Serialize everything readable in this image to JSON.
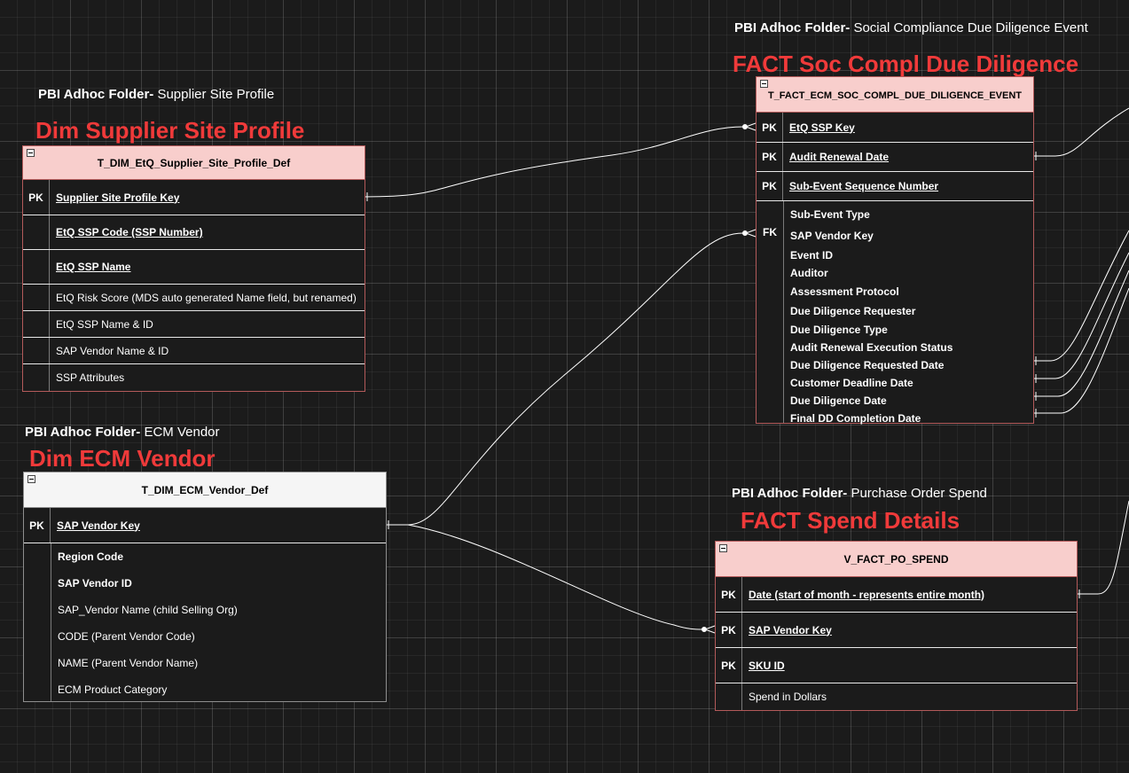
{
  "supplier": {
    "folder_bold": "PBI Adhoc Folder-",
    "folder_name": "Supplier Site Profile",
    "title": "Dim Supplier Site Profile",
    "table": "T_DIM_EtQ_Supplier_Site_Profile_Def",
    "pk_label": "PK",
    "pk_field": "Supplier Site Profile Key",
    "fields": [
      "EtQ SSP Code (SSP Number)",
      "EtQ SSP Name",
      "EtQ Risk Score (MDS auto generated Name field, but renamed)",
      "EtQ SSP Name & ID",
      "SAP Vendor Name & ID",
      "SSP Attributes"
    ]
  },
  "vendor": {
    "folder_bold": "PBI Adhoc Folder-",
    "folder_name": "ECM Vendor",
    "title": "Dim ECM Vendor",
    "table": "T_DIM_ECM_Vendor_Def",
    "pk_label": "PK",
    "pk_field": "SAP Vendor Key",
    "fields": [
      "Region Code",
      "SAP Vendor ID",
      "SAP_Vendor Name (child Selling Org)",
      "CODE (Parent Vendor Code)",
      "NAME (Parent Vendor Name)",
      "ECM Product Category"
    ]
  },
  "soc": {
    "folder_bold": "PBI Adhoc Folder-",
    "folder_name": "Social Compliance Due Diligence Event",
    "title": "FACT Soc Compl Due Diligence",
    "table": "T_FACT_ECM_SOC_COMPL_DUE_DILIGENCE_EVENT",
    "pk_rows": [
      {
        "label": "PK",
        "field": "EtQ SSP Key"
      },
      {
        "label": "PK",
        "field": "Audit Renewal Date"
      },
      {
        "label": "PK",
        "field": "Sub-Event Sequence Number"
      }
    ],
    "fk_label": "FK",
    "fields": [
      "Sub-Event Type",
      "SAP Vendor Key",
      "Event ID",
      "Auditor",
      "Assessment Protocol",
      "Due Diligence Requester",
      "Due Diligence Type",
      "Audit Renewal Execution Status",
      "Due Diligence Requested Date",
      "Customer Deadline Date",
      "Due Diligence Date",
      "Final DD Completion Date"
    ]
  },
  "spend": {
    "folder_bold": "PBI Adhoc Folder-",
    "folder_name": "Purchase Order Spend",
    "title": "FACT Spend Details",
    "table": "V_FACT_PO_SPEND",
    "pk_rows": [
      {
        "label": "PK",
        "field": "Date (start of month - represents entire month)"
      },
      {
        "label": "PK",
        "field": "SAP Vendor Key"
      },
      {
        "label": "PK",
        "field": "SKU ID"
      }
    ],
    "fields": [
      "Spend in Dollars"
    ]
  },
  "colors": {
    "background": "#1b1b1b",
    "title_red": "#f03a3a",
    "fact_header": "#f8cecc",
    "dim_vendor_header": "#f5f5f5",
    "entity_border": "#b35a5a",
    "connector": "#ffffff"
  },
  "icons": [
    "collapse-icon",
    "one-marker-icon",
    "many-marker-icon"
  ]
}
